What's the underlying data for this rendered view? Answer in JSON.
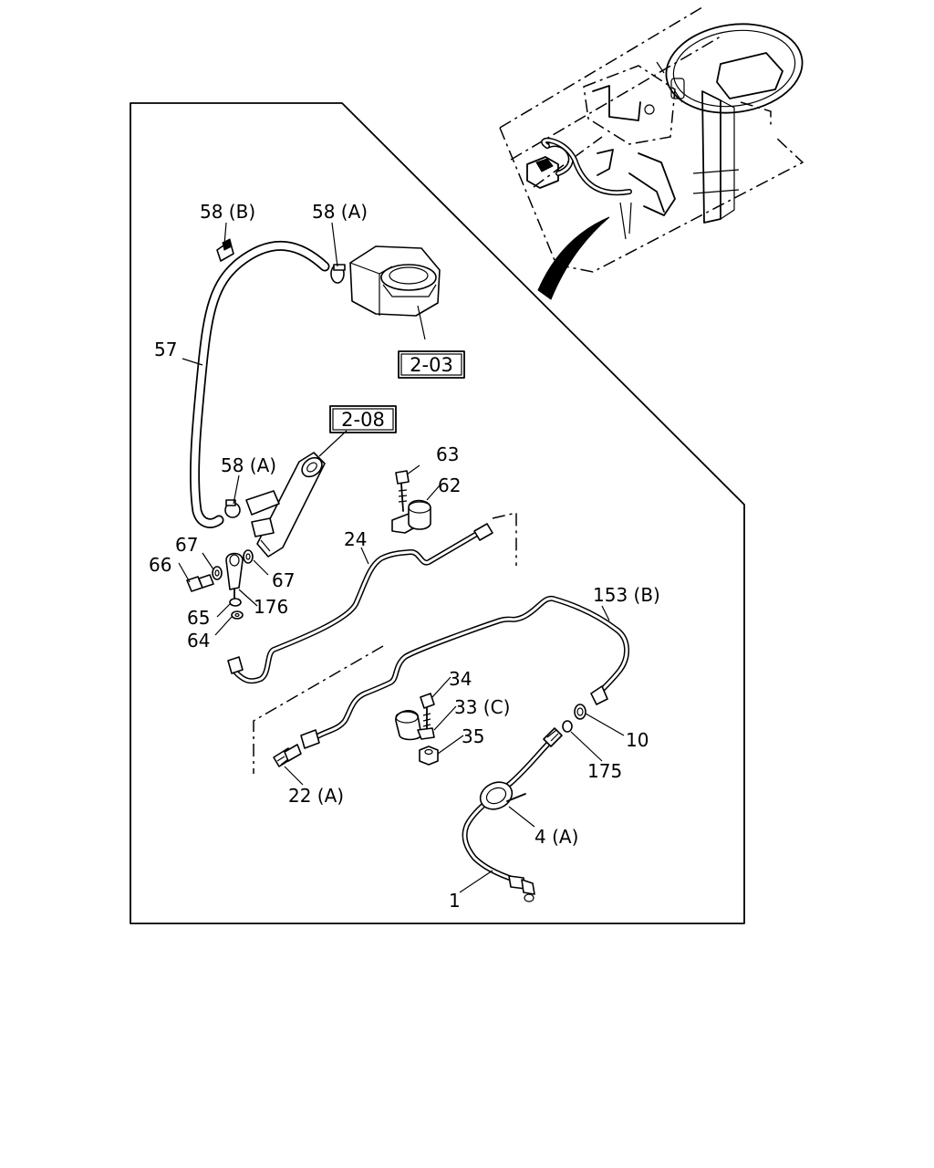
{
  "diagram": {
    "reference_boxes": [
      "2-03",
      "2-08"
    ],
    "part_labels": [
      "58 (B)",
      "58 (A)",
      "57",
      "58 (A)",
      "63",
      "62",
      "24",
      "67",
      "66",
      "67",
      "65",
      "176",
      "64",
      "153 (B)",
      "34",
      "33 (C)",
      "35",
      "10",
      "175",
      "22 (A)",
      "4 (A)",
      "1"
    ]
  }
}
